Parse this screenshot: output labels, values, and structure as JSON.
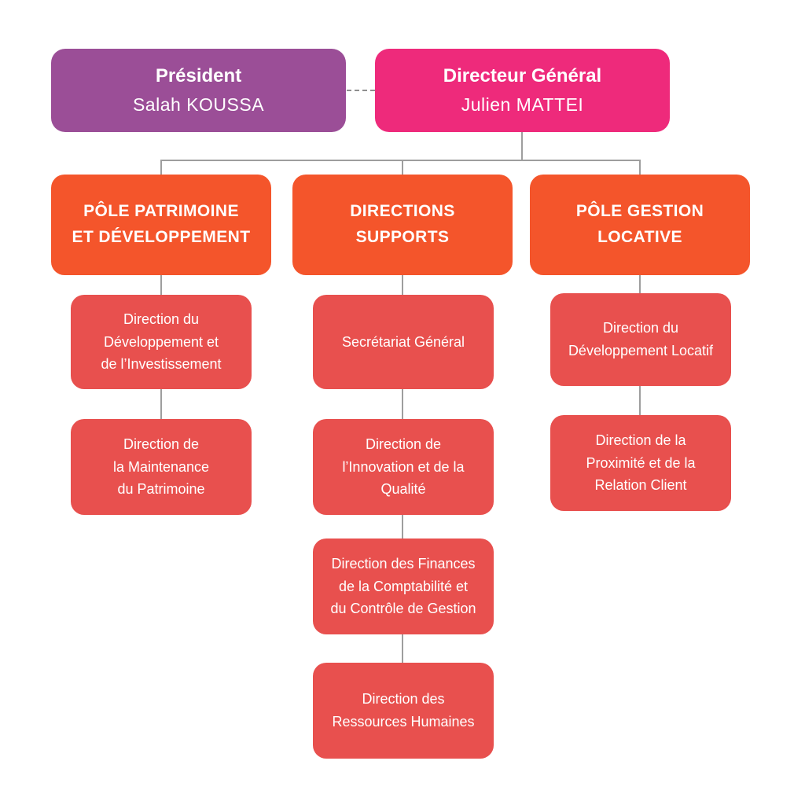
{
  "top": {
    "president": {
      "title": "Président",
      "name": "Salah KOUSSA"
    },
    "director": {
      "title": "Directeur Général",
      "name": "Julien MATTEI"
    }
  },
  "branches": [
    {
      "label": "PÔLE PATRIMOINE\nET DÉVELOPPEMENT",
      "children": [
        "Direction du\nDéveloppement et\nde l’Investissement",
        "Direction de\nla Maintenance\ndu Patrimoine"
      ]
    },
    {
      "label": "DIRECTIONS\nSUPPORTS",
      "children": [
        "Secrétariat Général",
        "Direction de\nl’Innovation et de la\nQualité",
        "Direction des Finances\nde la Comptabilité et\ndu Contrôle de Gestion",
        "Direction des\nRessources Humaines"
      ]
    },
    {
      "label": "PÔLE GESTION\nLOCATIVE",
      "children": [
        "Direction du\nDéveloppement Locatif",
        "Direction de la\nProximité et de la\nRelation Client"
      ]
    }
  ],
  "colors": {
    "president_box": "#9B4E97",
    "director_box": "#EE2A7B",
    "pole_box": "#F4552B",
    "direction_box": "#E8504E",
    "connector": "#9E9E9E",
    "text": "#FFFFFF",
    "background": "#FFFFFF"
  }
}
